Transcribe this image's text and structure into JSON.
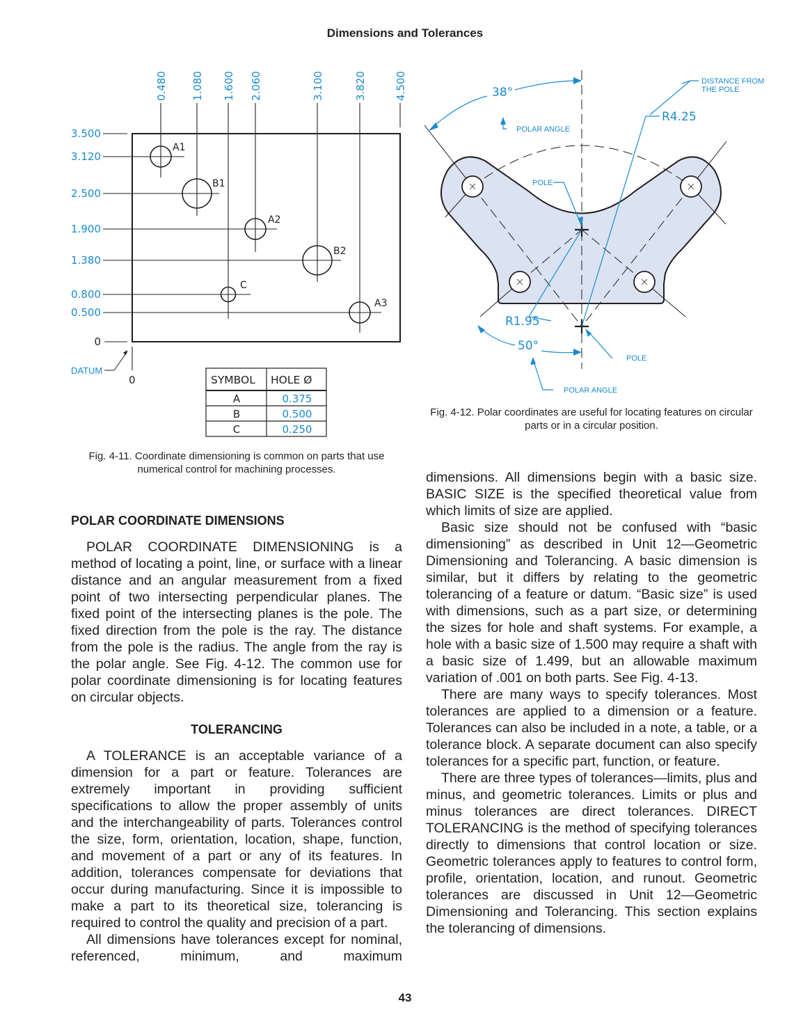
{
  "header": "Dimensions and Tolerances",
  "page_number": "43",
  "fig411": {
    "top_labels": [
      "0.480",
      "1.080",
      "1.600",
      "2.060",
      "3.100",
      "3.820",
      "4.500"
    ],
    "left_labels": [
      "3.500",
      "3.120",
      "2.500",
      "1.900",
      "1.380",
      "0.800",
      "0.500"
    ],
    "zero_y": "0",
    "zero_x": "0",
    "datum": "DATUM",
    "hole_labels": [
      "A1",
      "B1",
      "A2",
      "B2",
      "C",
      "A3"
    ],
    "table": {
      "headers": [
        "SYMBOL",
        "HOLE Ø"
      ],
      "rows": [
        [
          "A",
          "0.375"
        ],
        [
          "B",
          "0.500"
        ],
        [
          "C",
          "0.250"
        ]
      ]
    },
    "caption": "Fig. 4-11. Coordinate dimensioning is common on parts that use numerical control for machining processes."
  },
  "fig412": {
    "angle_top": "38°",
    "polar_angle_top": "POLAR ANGLE",
    "distance_from_pole": "DISTANCE FROM",
    "distance_from_pole_2": "THE POLE",
    "radius_top": "R4.25",
    "pole_top": "POLE",
    "radius_bottom": "R1.95",
    "angle_bottom": "50°",
    "pole_bottom": "POLE",
    "polar_angle_bottom": "POLAR ANGLE",
    "caption": "Fig. 4-12. Polar coordinates are useful for locating features on circular parts or in a circular position."
  },
  "left_column": {
    "heading1": "POLAR COORDINATE DIMENSIONS",
    "para1": "POLAR COORDINATE DIMENSIONING is a method of locating a point, line, or surface with a linear distance and an angular measurement from a fixed point of two intersecting perpendicular planes. The fixed point of the intersecting planes is the pole. The fixed direction from the pole is the ray. The distance from the pole is the radius. The angle from the ray is the polar angle. See Fig. 4-12. The common use for polar coordinate dimensioning is for locating features on circular objects.",
    "heading2": "TOLERANCING",
    "para2": "A TOLERANCE is an acceptable variance of a dimension for a part or feature. Tolerances are extremely important in providing sufficient specifications to allow the proper assembly of units and the interchangeability of parts. Tolerances control the size, form, orientation, location, shape, function, and movement of a part or any of its features. In addition, tolerances compensate for deviations that occur during manufacturing. Since it is impossible to make a part to its theoretical size, tolerancing is required to control the quality and precision of a part.",
    "para3": "All dimensions have tolerances except for nominal, referenced, minimum, and maximum"
  },
  "right_column": {
    "para1": "dimensions. All dimensions begin with a basic size. BASIC SIZE is the specified theoretical value from which limits of size are applied.",
    "para2": "Basic size should not be confused with “basic dimensioning” as described in Unit 12—Geometric Dimensioning and Tolerancing. A basic dimension is similar, but it differs by relating to the geometric tolerancing of a feature or datum. “Basic size” is used with dimensions, such as a part size, or determining the sizes for hole and shaft systems. For example, a hole with a basic size of 1.500 may require a shaft with a basic size of 1.499, but an allowable maximum variation of .001 on both parts. See Fig. 4-13.",
    "para3": "There are many ways to specify tolerances. Most tolerances are applied to a dimension or a feature. Tolerances can also be included in a note, a table, or a tolerance block. A separate document can also specify tolerances for a specific part, function, or feature.",
    "para4": "There are three types of tolerances—limits, plus and minus, and geometric tolerances. Limits or plus and minus tolerances are direct tolerances. DIRECT TOLERANCING is the method of specifying tolerances directly to dimensions that control location or size. Geometric tolerances apply to features to control form, profile, orientation, location, and runout. Geometric tolerances are discussed in Unit 12—Geometric Dimensioning and Tolerancing. This section explains the tolerancing of dimensions."
  }
}
